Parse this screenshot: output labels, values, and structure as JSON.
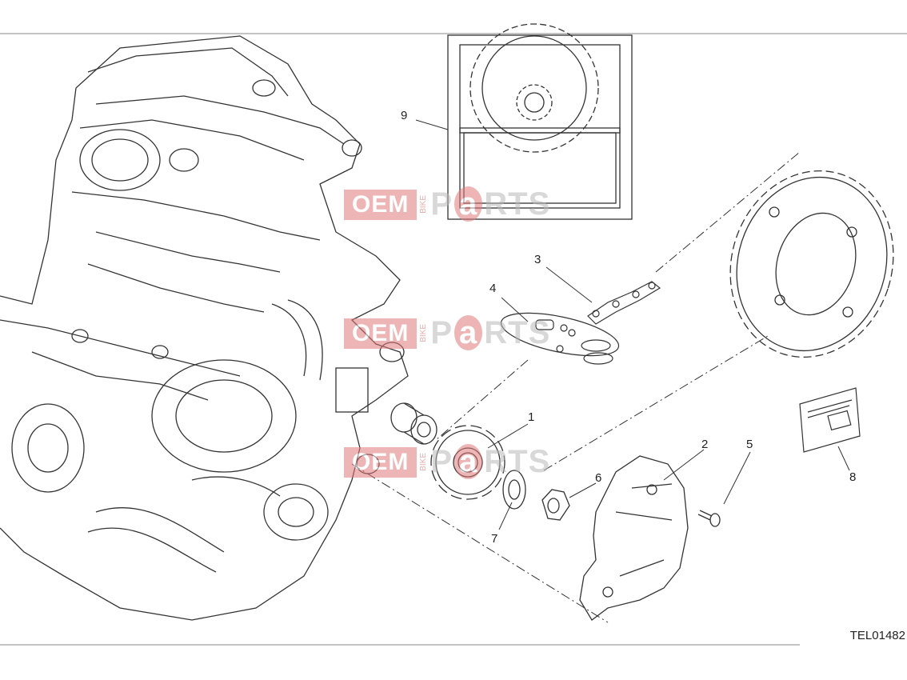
{
  "callouts": {
    "c1": "1",
    "c2": "2",
    "c3": "3",
    "c4": "4",
    "c5": "5",
    "c6": "6",
    "c7": "7",
    "c8": "8",
    "c9": "9"
  },
  "document_id": "TEL01482",
  "watermark": {
    "oem": "OEM",
    "bike": "BIKE",
    "parts_p": "P",
    "parts_a": "a",
    "parts_rest": "RTS"
  },
  "colors": {
    "line": "#333333",
    "watermark_red": "#e07a7a"
  }
}
